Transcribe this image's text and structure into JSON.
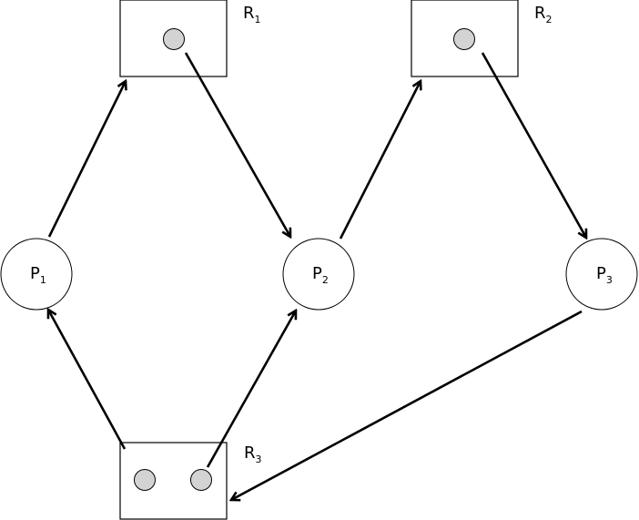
{
  "diagram": {
    "processes": [
      {
        "id": "P1",
        "letter": "P",
        "sub": "1"
      },
      {
        "id": "P2",
        "letter": "P",
        "sub": "2"
      },
      {
        "id": "P3",
        "letter": "P",
        "sub": "3"
      }
    ],
    "resources": [
      {
        "id": "R1",
        "letter": "R",
        "sub": "1",
        "instances": 1
      },
      {
        "id": "R2",
        "letter": "R",
        "sub": "2",
        "instances": 1
      },
      {
        "id": "R3",
        "letter": "R",
        "sub": "3",
        "instances": 2
      }
    ],
    "edges": [
      {
        "from": "P1",
        "to": "R1",
        "kind": "request"
      },
      {
        "from": "R1",
        "to": "P2",
        "kind": "assignment"
      },
      {
        "from": "P2",
        "to": "R2",
        "kind": "request"
      },
      {
        "from": "R2",
        "to": "P3",
        "kind": "assignment"
      },
      {
        "from": "P3",
        "to": "R3",
        "kind": "request"
      },
      {
        "from": "R3",
        "to": "P1",
        "kind": "assignment"
      },
      {
        "from": "R3",
        "to": "P2",
        "kind": "assignment"
      }
    ],
    "colors": {
      "stroke": "#000000",
      "instance_fill": "#d3d3d3",
      "background": "#ffffff"
    }
  }
}
